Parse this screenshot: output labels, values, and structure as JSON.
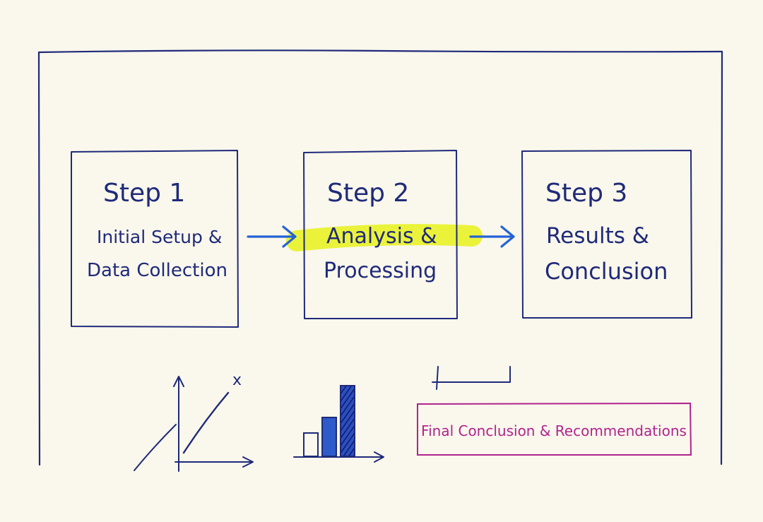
{
  "steps": [
    {
      "title": "Step 1",
      "lines": [
        "Initial Setup &",
        "Data Collection"
      ]
    },
    {
      "title": "Step 2",
      "lines": [
        "Analysis &",
        "Processing"
      ]
    },
    {
      "title": "Step 3",
      "lines": [
        "Results &",
        "Conclusion"
      ]
    }
  ],
  "conclusion": {
    "label": "Final Conclusion & Recommendations"
  },
  "line_sketch": {
    "axis_letter": "x"
  },
  "bar_sketch": {
    "values": [
      33,
      55,
      100
    ]
  },
  "colors": {
    "ink": "#1f2a7a",
    "arrow": "#2463d6",
    "highlight": "#e8f22a",
    "conclusion": "#b0248f",
    "paper": "#faf7ec"
  }
}
